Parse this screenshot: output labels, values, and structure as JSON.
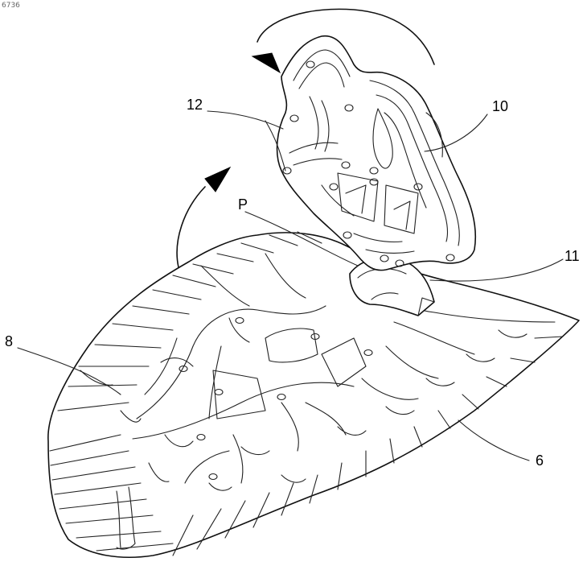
{
  "corner_id": "6736",
  "labels": {
    "ref_12": "12",
    "ref_10": "10",
    "ref_p": "P",
    "ref_11": "11",
    "ref_8": "8",
    "ref_6": "6"
  }
}
